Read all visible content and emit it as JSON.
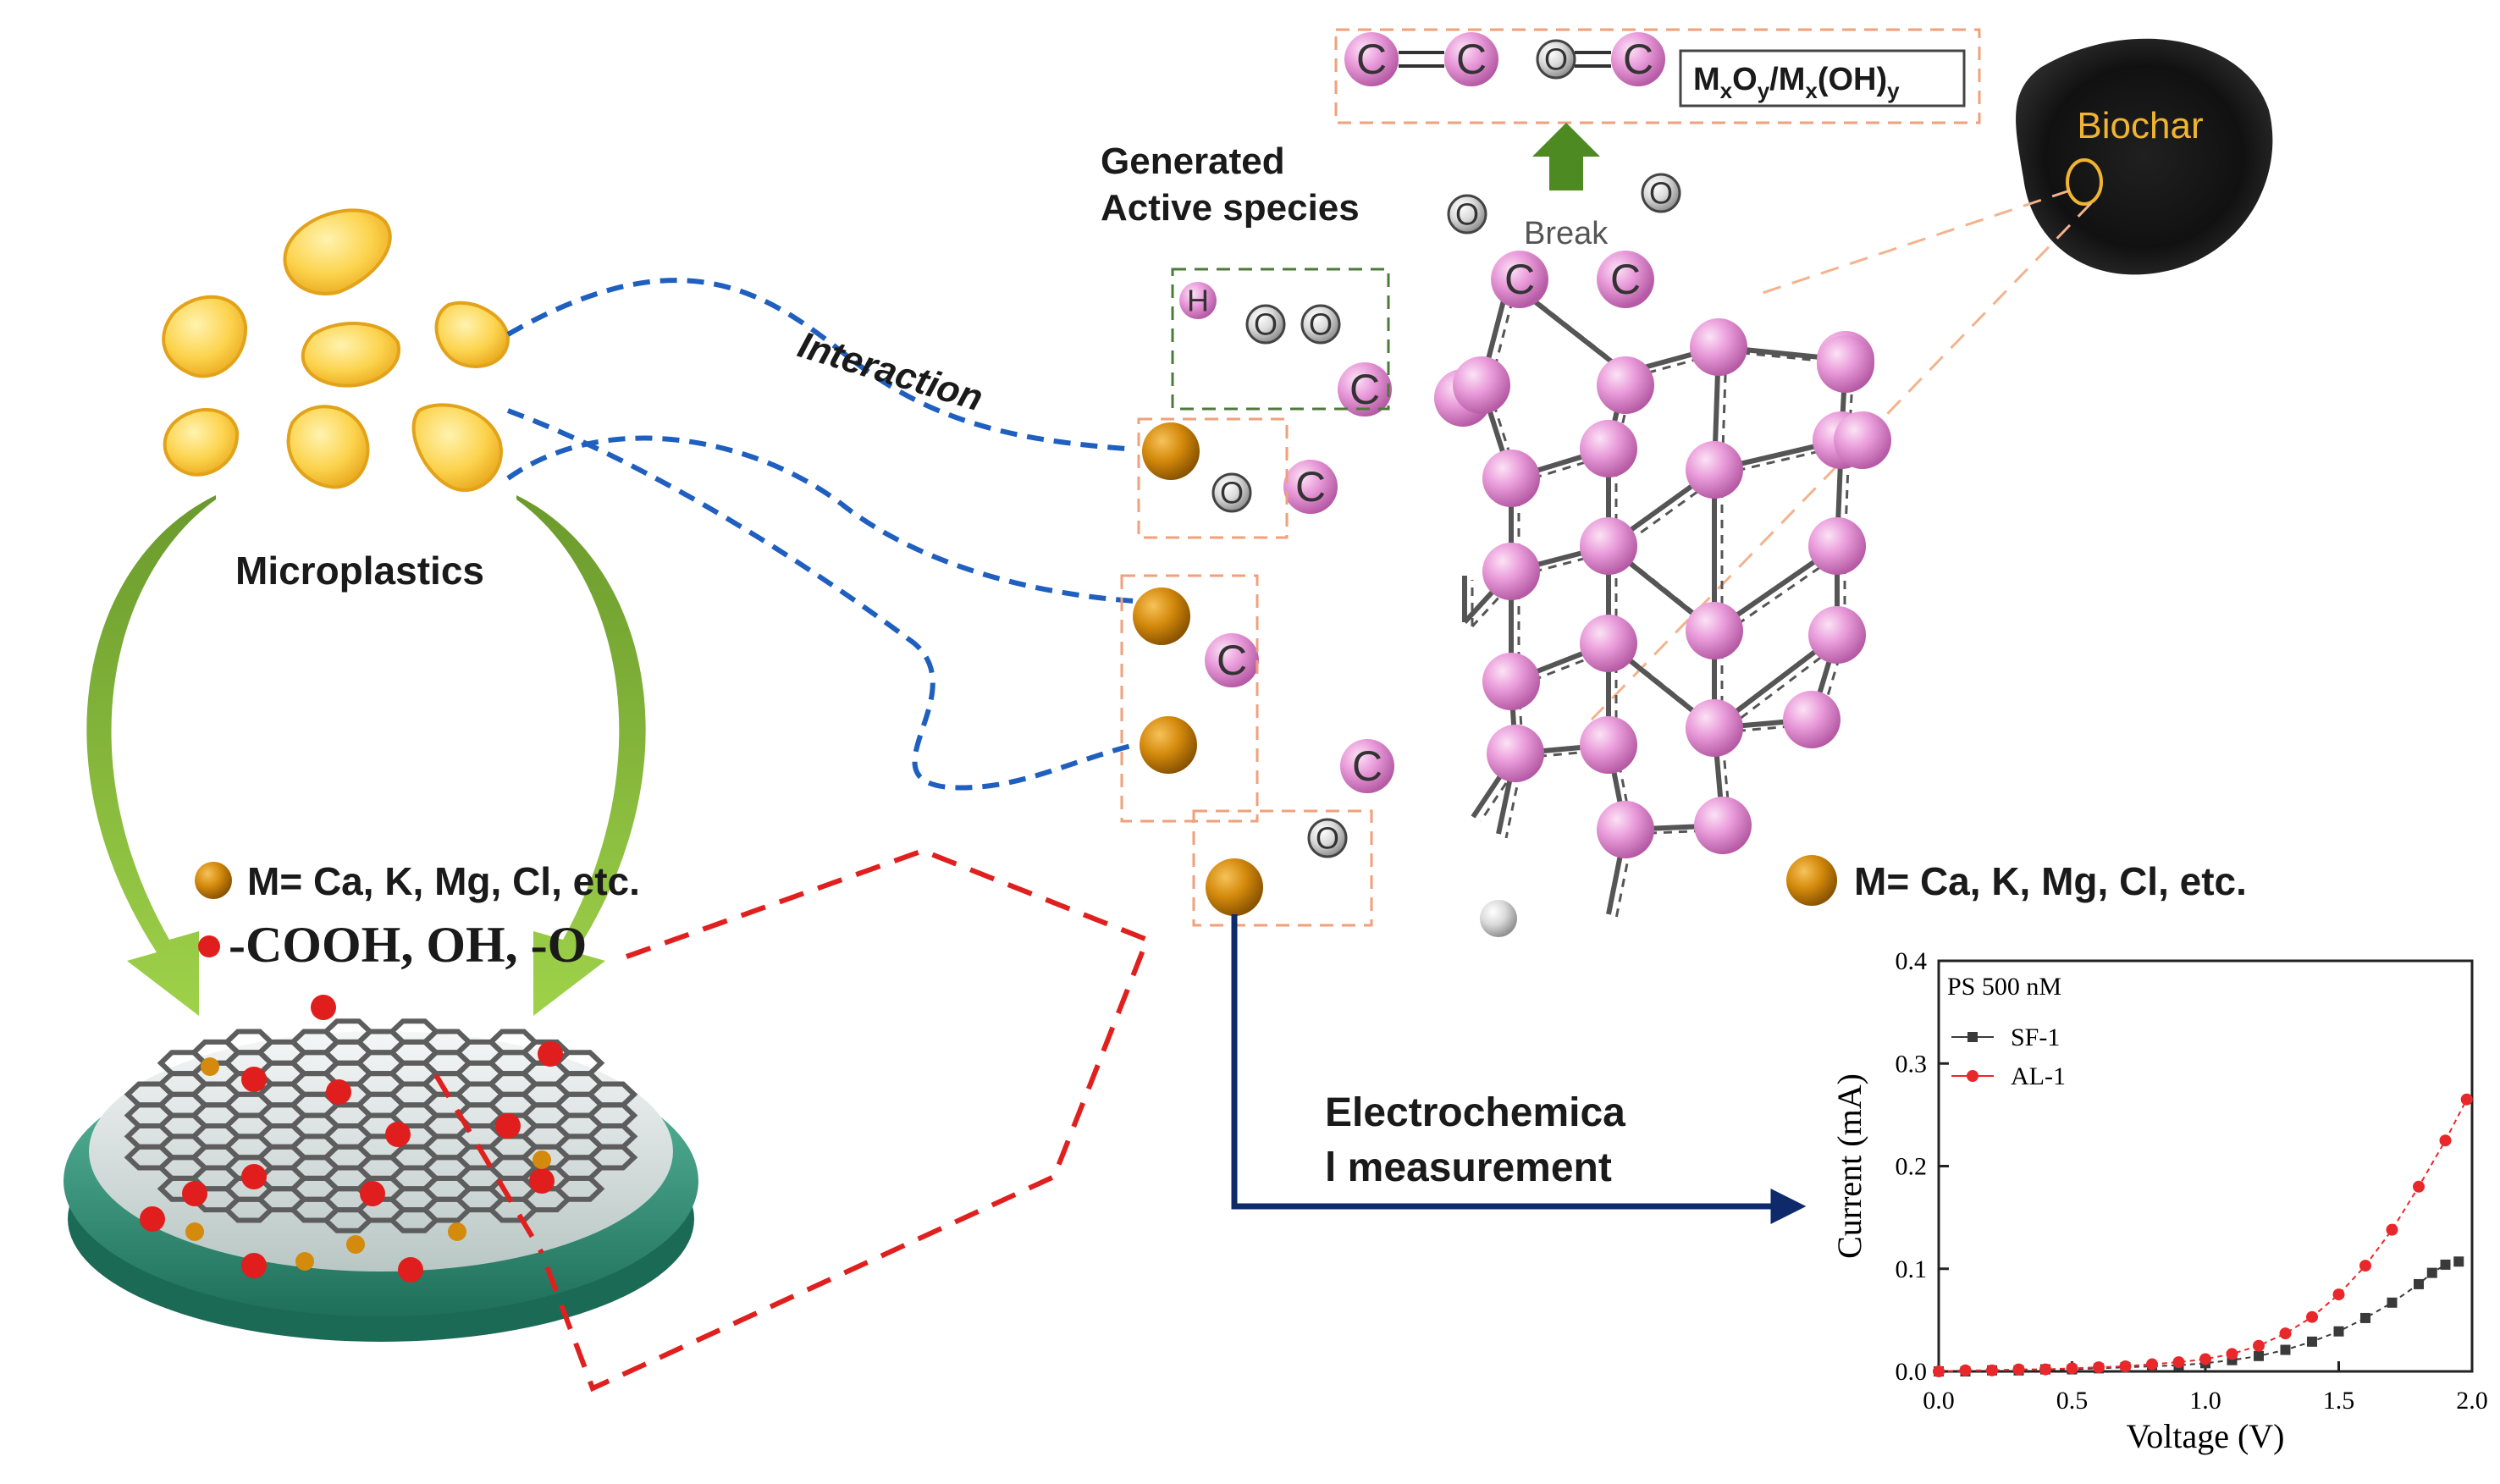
{
  "labels": {
    "microplastics": "Microplastics",
    "interaction": "Interaction",
    "generated_line1": "Generated",
    "generated_line2": "Active species",
    "break": "Break",
    "biochar": "Biochar",
    "electro_line1": "Electrochemica",
    "electro_line2": "l measurement",
    "metal_legend_left": "M=  Ca, K, Mg, Cl, etc.",
    "functional_legend": "-COOH, OH, -O",
    "metal_legend_right": "M=  Ca, K, Mg, Cl, etc.",
    "oxide_box_M1": "M",
    "oxide_box_x1": "x",
    "oxide_box_O": "O",
    "oxide_box_y1": "y",
    "oxide_box_mid": "/M",
    "oxide_box_x2": "x",
    "oxide_box_oh": "(OH)",
    "oxide_box_y2": "y",
    "atom_C": "C",
    "atom_O": "O",
    "atom_H": "H"
  },
  "colors": {
    "carbon": "#e58fd6",
    "oxygen": "#d9d9d9",
    "metal": "#d48a0c",
    "interaction_line": "#1f5fbf",
    "red_dash": "#e0201e",
    "navy_arrow": "#0e2a6b",
    "green_arrow_dark": "#7fae38",
    "green_arrow_light": "#8cc63f",
    "up_arrow": "#4d8a22",
    "box_dash": "#f0a07a",
    "microplastic_fill": "#fcd34d"
  },
  "chart_data": {
    "type": "line",
    "title": "PS 500 nM",
    "xlabel": "Voltage (V)",
    "ylabel": "Current (mA)",
    "xlim": [
      0,
      2.0
    ],
    "ylim": [
      0,
      0.4
    ],
    "xticks": [
      "0.0",
      "0.5",
      "1.0",
      "1.5",
      "2.0"
    ],
    "yticks": [
      "0.0",
      "0.1",
      "0.2",
      "0.3",
      "0.4"
    ],
    "legend_position": "top-left",
    "series": [
      {
        "name": "SF-1",
        "color": "#3a3a3a",
        "marker": "square",
        "x": [
          0,
          0.1,
          0.2,
          0.3,
          0.4,
          0.5,
          0.6,
          0.7,
          0.8,
          0.9,
          1.0,
          1.1,
          1.2,
          1.3,
          1.4,
          1.5,
          1.6,
          1.7,
          1.8,
          1.85,
          1.9,
          1.95
        ],
        "y": [
          0.0,
          0.0,
          0.001,
          0.001,
          0.002,
          0.002,
          0.003,
          0.004,
          0.005,
          0.006,
          0.008,
          0.011,
          0.015,
          0.021,
          0.029,
          0.039,
          0.052,
          0.067,
          0.085,
          0.096,
          0.104,
          0.107
        ]
      },
      {
        "name": "AL-1",
        "color": "#e8282b",
        "marker": "circle",
        "x": [
          0,
          0.1,
          0.2,
          0.3,
          0.4,
          0.5,
          0.6,
          0.7,
          0.8,
          0.9,
          1.0,
          1.1,
          1.2,
          1.3,
          1.4,
          1.5,
          1.6,
          1.7,
          1.8,
          1.9,
          1.98
        ],
        "y": [
          0.0,
          0.001,
          0.001,
          0.002,
          0.002,
          0.003,
          0.004,
          0.005,
          0.007,
          0.009,
          0.012,
          0.017,
          0.025,
          0.037,
          0.053,
          0.075,
          0.103,
          0.138,
          0.18,
          0.225,
          0.265
        ]
      }
    ]
  }
}
